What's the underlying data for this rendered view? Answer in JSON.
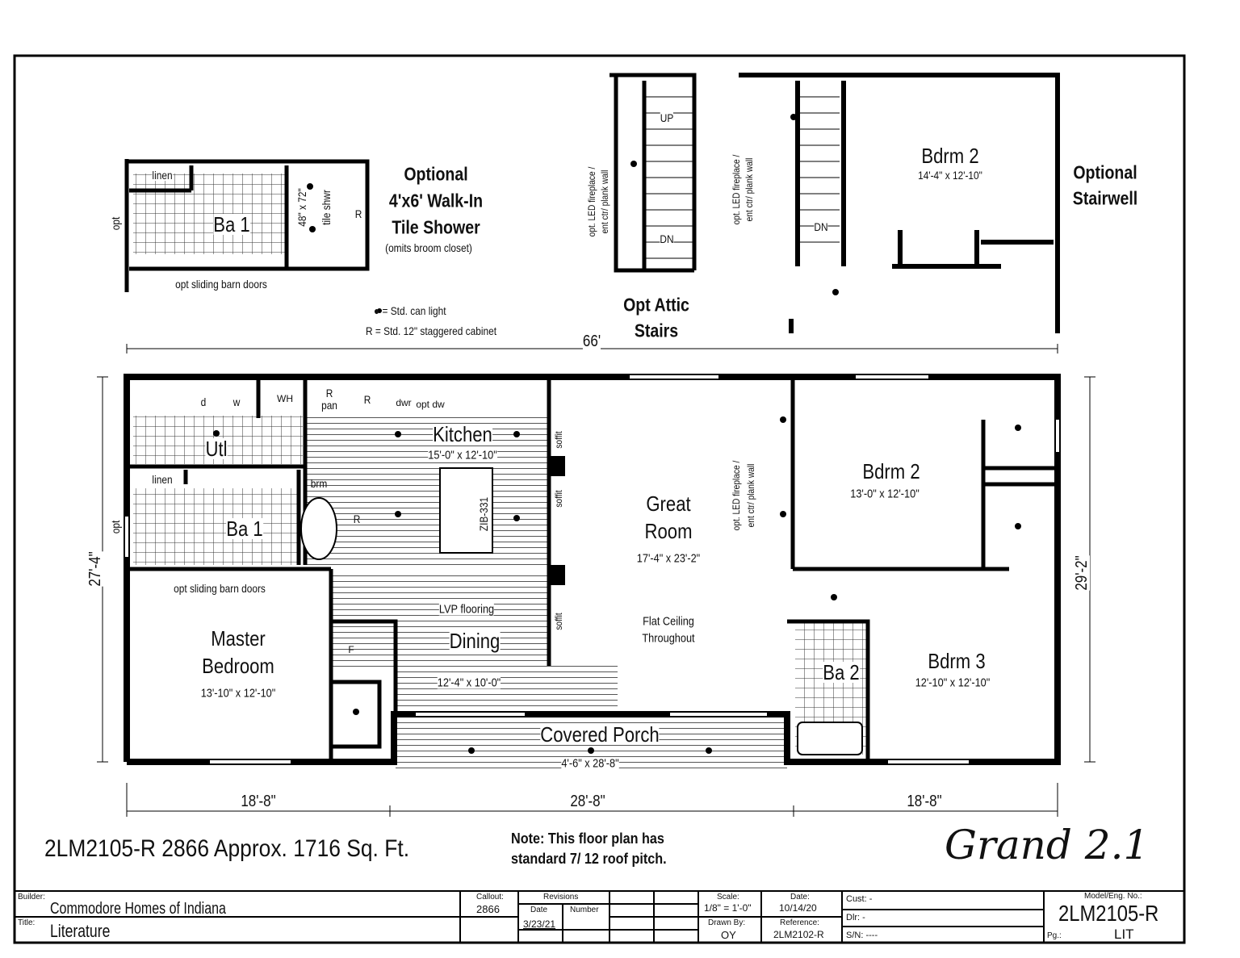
{
  "options": {
    "shower_title": [
      "Optional",
      "4'x6' Walk-In",
      "Tile Shower"
    ],
    "shower_note": "(omits broom closet)",
    "shower_plan": {
      "linen": "linen",
      "bath": "Ba 1",
      "shower": "48\" x 72\"",
      "shower2": "tile shwr",
      "cabinet": "R",
      "opt": "opt",
      "barn": "opt sliding barn doors"
    },
    "legend": [
      "● = Std. can light",
      "R = Std. 12\" staggered cabinet"
    ],
    "attic_title": [
      "Opt Attic",
      "Stairs"
    ],
    "attic_plan": {
      "up": "UP",
      "dn": "DN",
      "led": [
        "opt. LED fireplace /",
        "ent ctr/ plank wall"
      ]
    },
    "stairwell_title": [
      "Optional",
      "Stairwell"
    ],
    "stairwell_plan": {
      "dn": "DN",
      "bdrm": "Bdrm 2",
      "bdrm_dim": "14'-4\" x 12'-10\"",
      "led": [
        "opt. LED fireplace /",
        "ent ctr/ plank wall"
      ]
    }
  },
  "plan": {
    "overall_width": "66'",
    "left_depth": "27'-4\"",
    "right_depth": "29'-2\"",
    "bottom_dims": [
      "18'-8\"",
      "28'-8\"",
      "18'-8\""
    ],
    "rooms": {
      "kitchen": {
        "name": "Kitchen",
        "dim": "15'-0\" x 12'-10\""
      },
      "utl": {
        "name": "Utl"
      },
      "ba1": {
        "name": "Ba 1"
      },
      "great_room": {
        "name": [
          "Great",
          "Room"
        ],
        "dim": "17'-4\" x 23'-2\"",
        "note": [
          "Flat Ceiling",
          "Throughout"
        ]
      },
      "bdrm2": {
        "name": "Bdrm 2",
        "dim": "13'-0\" x 12'-10\""
      },
      "bdrm3": {
        "name": "Bdrm 3",
        "dim": "12'-10\" x 12'-10\""
      },
      "ba2": {
        "name": "Ba 2"
      },
      "master": {
        "name": [
          "Master",
          "Bedroom"
        ],
        "dim": "13'-10\" x 12'-10\""
      },
      "dining": {
        "name": "Dining",
        "dim": "12'-4\" x 10'-0\""
      },
      "porch": {
        "name": "Covered Porch",
        "dim": "4'-6\" x 28'-8\""
      }
    },
    "fixtures": {
      "d": "d",
      "w": "w",
      "wh": "WH",
      "r_pan": [
        "R",
        "pan"
      ],
      "r": "R",
      "dwr": "dwr",
      "opt_dw": "opt dw",
      "linen": "linen",
      "brm": "brm",
      "island": "ZIB-331",
      "r2": "R",
      "opt": "opt",
      "barn": "opt sliding barn doors",
      "lvp": "LVP flooring",
      "soffit": "soffit",
      "led": [
        "opt. LED fireplace /",
        "ent ctr/ plank wall"
      ],
      "f": "F"
    }
  },
  "summary": "2LM2105-R 2866 Approx. 1716 Sq. Ft.",
  "note": [
    "Note: This floor plan has",
    "standard 7/ 12 roof pitch."
  ],
  "logo": "Grand 2.1",
  "title_block": {
    "builder_label": "Builder:",
    "builder": "Commodore Homes of Indiana",
    "title_label": "Title:",
    "title": "Literature",
    "callout_label": "Callout:",
    "callout": "2866",
    "revisions_label": "Revisions",
    "rev_date_label": "Date",
    "rev_number_label": "Number",
    "rev_date": "3/23/21",
    "scale_label": "Scale:",
    "scale": "1/8\" = 1'-0\"",
    "drawn_label": "Drawn By:",
    "drawn": "OY",
    "date_label": "Date:",
    "date": "10/14/20",
    "reference_label": "Reference:",
    "reference": "2LM2102-R",
    "cust": "Cust: -",
    "dlr": "Dlr:  -",
    "sn": "S/N:  ----",
    "model_label": "Model/Eng. No.:",
    "model": "2LM2105-R",
    "pg_label": "Pg.:",
    "pg": "LIT"
  }
}
